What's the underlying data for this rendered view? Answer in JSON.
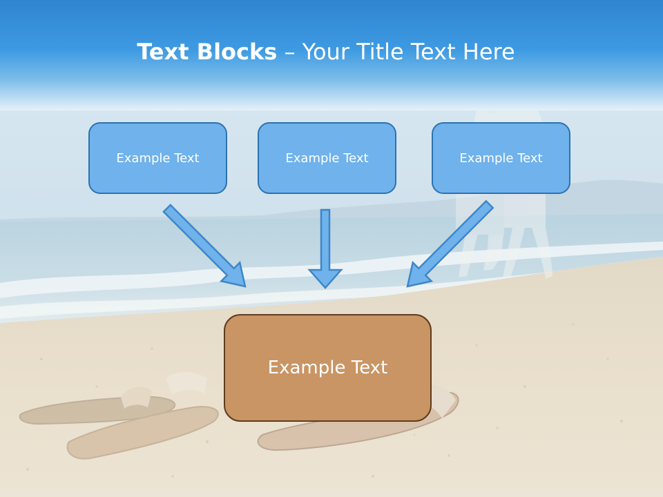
{
  "slide": {
    "title_bold": "Text Blocks",
    "title_dash": " – ",
    "title_rest": "Your Title Text Here",
    "boxes": [
      "Example Text",
      "Example Text",
      "Example Text"
    ],
    "center_box": "Example Text"
  },
  "colors": {
    "header_blue": "#3a9be2",
    "box_fill": "#6fb2ec",
    "box_border": "#2c72b0",
    "arrow_fill": "#6fb2ec",
    "center_fill": "#c99564",
    "center_border": "#5e3b1f"
  }
}
